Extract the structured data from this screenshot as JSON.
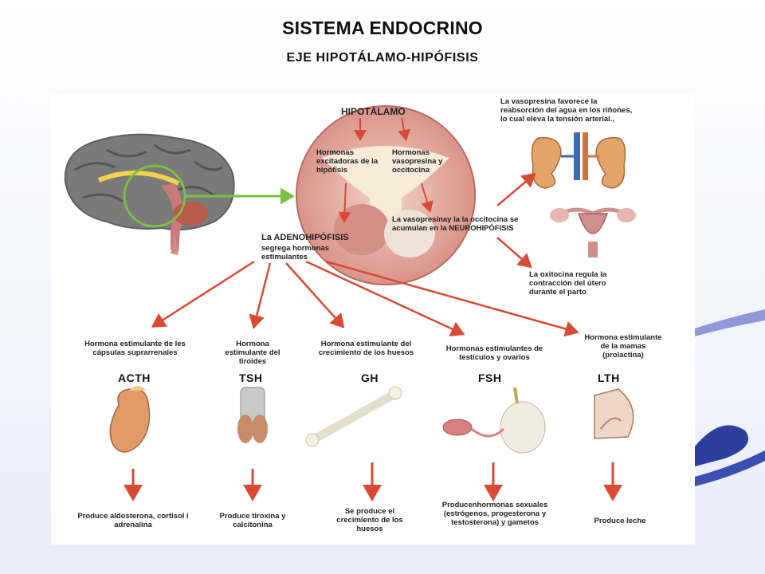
{
  "slide": {
    "title": "SISTEMA ENDOCRINO",
    "subtitle": "EJE HIPOTÁLAMO-HIPÓFISIS"
  },
  "diagram": {
    "hipotalamo": "HIPOTÁLAMO",
    "hormonas_excitadoras": "Hormonas excitadoras de la hipófisis",
    "hormonas_vasopresina": "Hormonas vasopresina y occitocina",
    "vasopresina_acumulan": "La vasopresinay la la occitocina se acumulan en la NEUROHIPÓFISIS",
    "adenohipofisis_title": "La ADENOHIPÓFISIS",
    "adenohipofisis_text": "segrega hormonas estimulantes",
    "vasopresina_effect": "La vasopresina favorece la reabsorción del agua en los riñones, lo cual eleva la tensión arterial.,",
    "oxitocina_effect": "La oxitocina regula la contracción del útero durante el parto",
    "hormones": [
      {
        "code": "ACTH",
        "desc": "Hormona estimulante de les cápsulas suprarrenales",
        "effect": "Produce aldosterona, cortisol i adrenalina"
      },
      {
        "code": "TSH",
        "desc": "Hormona estimulante del tiroides",
        "effect": "Produce tiroxina y calcitonina"
      },
      {
        "code": "GH",
        "desc": "Hormona estimulante del crecimiento de los huesos",
        "effect": "Se produce el crecimiento de los huesos"
      },
      {
        "code": "FSH",
        "desc": "Hormonas estimulantes de testículos y ovarios",
        "effect": "Producenhormonas sexuales (estrógenos, progesterona y testosterona) y gametos"
      },
      {
        "code": "LTH",
        "desc": "Hormona estimulante de la mamas (prolactina)",
        "effect": "Produce leche"
      }
    ]
  },
  "colors": {
    "arrow": "#d94a35",
    "highlight": "#7ac143",
    "deco_blue": "#3a4fb0"
  }
}
